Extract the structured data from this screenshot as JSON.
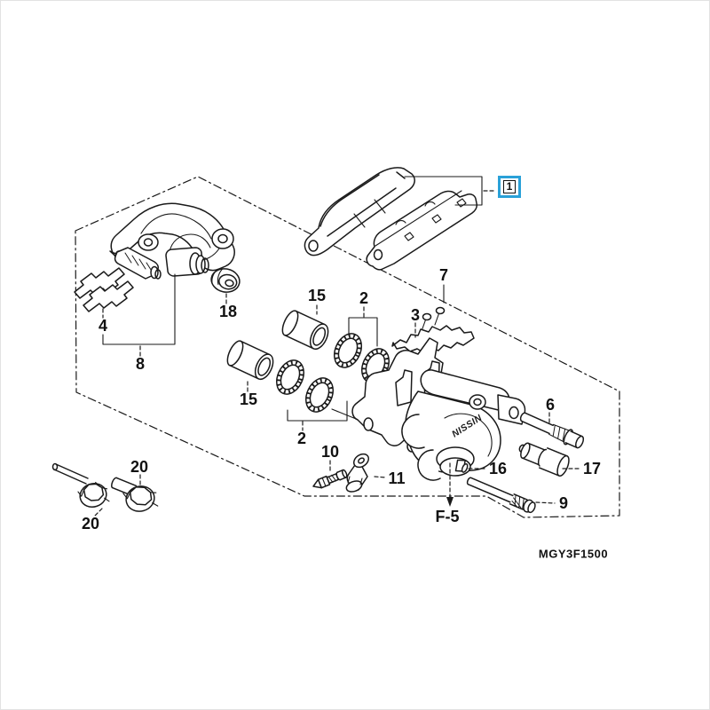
{
  "colors": {
    "highlight": "#2aa1d8",
    "ink": "#1a1a1a",
    "background": "#ffffff"
  },
  "brand": {
    "label": "NISSIN"
  },
  "reference": {
    "label": "F-5"
  },
  "footer": {
    "diagram_code": "MGY3F1500"
  },
  "callouts": [
    {
      "part": "1",
      "text": "1",
      "highlighted": true
    },
    {
      "part": "7",
      "text": "7"
    },
    {
      "part": "3",
      "text": "3"
    },
    {
      "part": "2",
      "text": "2",
      "instance": "upper"
    },
    {
      "part": "2",
      "text": "2",
      "instance": "lower"
    },
    {
      "part": "15",
      "text": "15",
      "instance": "upper"
    },
    {
      "part": "15",
      "text": "15",
      "instance": "lower"
    },
    {
      "part": "18",
      "text": "18"
    },
    {
      "part": "4",
      "text": "4"
    },
    {
      "part": "8",
      "text": "8"
    },
    {
      "part": "6",
      "text": "6"
    },
    {
      "part": "17",
      "text": "17"
    },
    {
      "part": "16",
      "text": "16"
    },
    {
      "part": "9",
      "text": "9"
    },
    {
      "part": "10",
      "text": "10"
    },
    {
      "part": "11",
      "text": "11"
    },
    {
      "part": "20",
      "text": "20",
      "instance": "upper"
    },
    {
      "part": "20",
      "text": "20",
      "instance": "lower"
    }
  ]
}
